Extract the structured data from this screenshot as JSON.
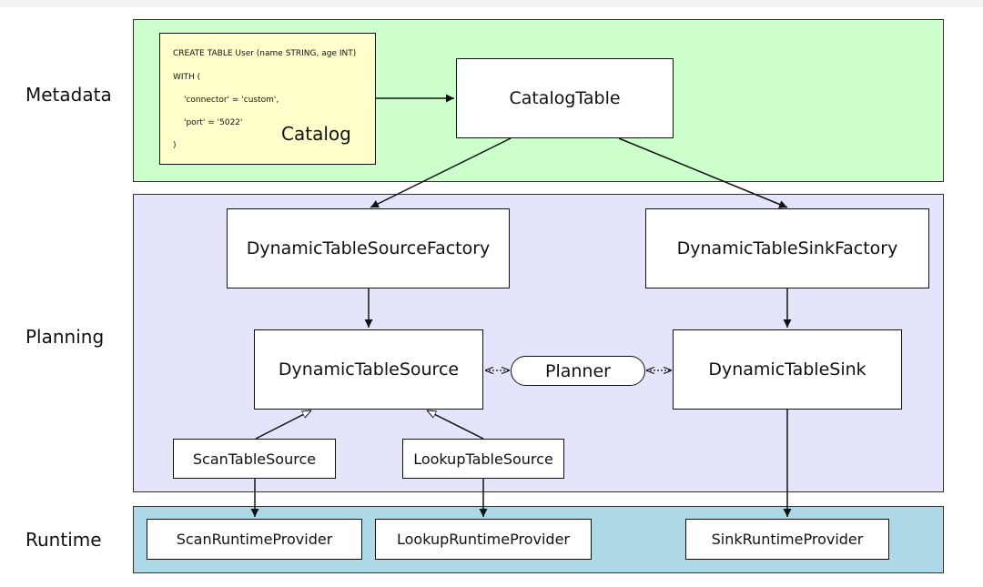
{
  "layers": {
    "metadata": "Metadata",
    "planning": "Planning",
    "runtime": "Runtime"
  },
  "sql": {
    "line1": "CREATE TABLE User (name STRING, age INT)",
    "line2": "WITH (",
    "line3": "'connector' = 'custom',",
    "line4": "'port' = '5022'",
    "line5": ")"
  },
  "nodes": {
    "catalog": "Catalog",
    "catalog_table": "CatalogTable",
    "source_factory": "DynamicTableSourceFactory",
    "sink_factory": "DynamicTableSinkFactory",
    "source": "DynamicTableSource",
    "sink": "DynamicTableSink",
    "planner": "Planner",
    "scan_source": "ScanTableSource",
    "lookup_source": "LookupTableSource",
    "scan_runtime": "ScanRuntimeProvider",
    "lookup_runtime": "LookupRuntimeProvider",
    "sink_runtime": "SinkRuntimeProvider"
  },
  "colors": {
    "metadata_band": "#ccffcc",
    "planning_band": "#e4e4fa",
    "runtime_band": "#add8e6",
    "sql_box": "#ffffcc"
  }
}
